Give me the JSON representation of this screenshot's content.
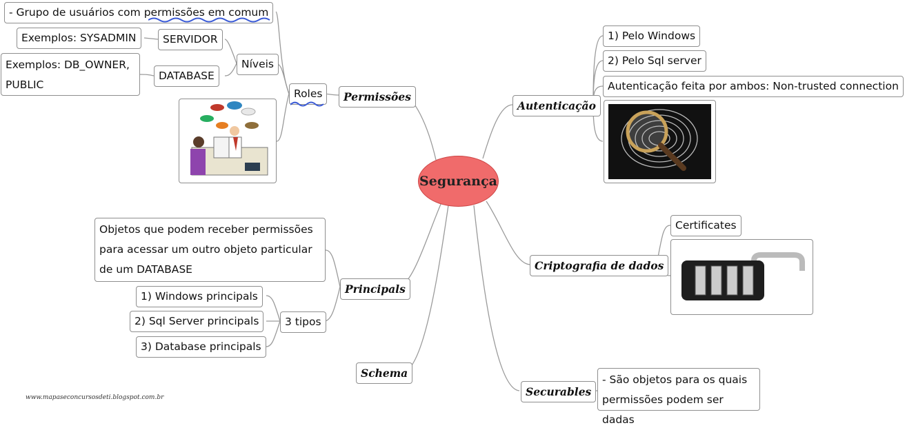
{
  "center": {
    "label": "Segurança",
    "color": "#f06b6b"
  },
  "branches": {
    "permissoes": "Permissões",
    "roles": "Roles",
    "grupo": "- Grupo de usuários com permissões em comum",
    "niveis": "Níveis",
    "servidor": "SERVIDOR",
    "exemplos_servidor": "Exemplos: SYSADMIN",
    "database": "DATABASE",
    "exemplos_database": "Exemplos: DB_OWNER, PUBLIC",
    "autenticacao": "Autenticação",
    "pelo_windows": "1) Pelo Windows",
    "pelo_sql": "2) Pelo Sql server",
    "ambos": "Autenticação feita por ambos: Non-trusted connection",
    "criptografia": "Criptografia de dados",
    "certificates": "Certificates",
    "principals": "Principals",
    "objetos": "Objetos que podem receber permissões para acessar um outro objeto particular de um DATABASE",
    "tres_tipos": "3 tipos",
    "windows_principals": "1) Windows principals",
    "sql_principals": "2) Sql Server principals",
    "database_principals": "3) Database principals",
    "schema": "Schema",
    "securables": "Securables",
    "sao_objetos": "- São objetos para os quais permissões podem ser dadas"
  },
  "footer": "www.mapaseconcursosdeti.blogspot.com.br",
  "colors": {
    "line": "#9a9a9a",
    "squiggle": "#3b5bd6",
    "border": "#8e8e8e"
  }
}
